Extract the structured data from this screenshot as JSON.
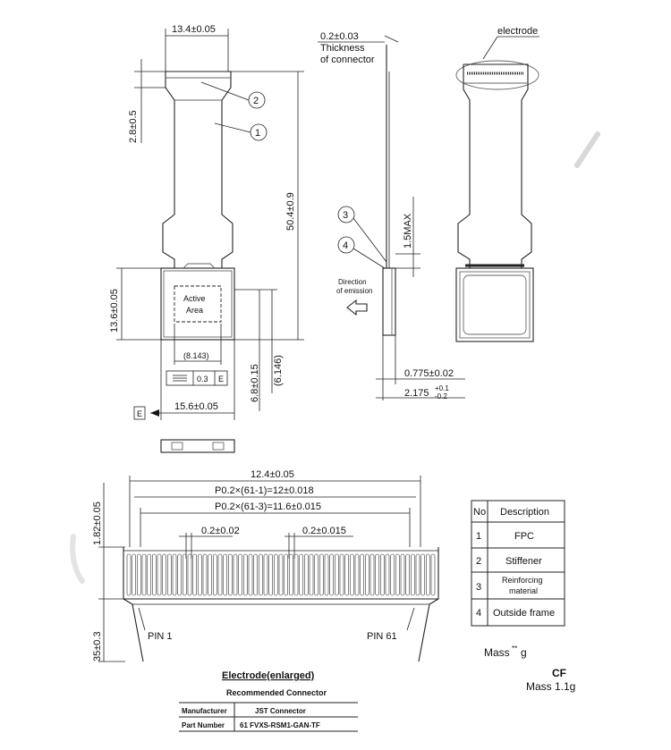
{
  "front_view": {
    "width_top": "13.4±0.05",
    "height_tab": "2.8±0.5",
    "total_length": "50.4±0.9",
    "panel_height": "13.6±0.05",
    "active_area_label_1": "Active",
    "active_area_label_2": "Area",
    "active_width": "(8.143)",
    "flatness_symbol": "0.3",
    "flatness_datum": "E",
    "offset_1": "6.8±0.15",
    "offset_2": "(6.146)",
    "bottom_width": "15.6±0.05",
    "datum_label": "E",
    "callout_1": "1",
    "callout_2": "2"
  },
  "side_view": {
    "thickness_value": "0.2±0.03",
    "thickness_label_1": "Thickness",
    "thickness_label_2": "of connector",
    "max_height": "1.5MAX",
    "emission_label_1": "Direction",
    "emission_label_2": "of emission",
    "dim_a": "0.775±0.02",
    "dim_b_main": "2.175",
    "dim_b_tol_plus": "+0.1",
    "dim_b_tol_minus": "-0.2",
    "callout_3": "3",
    "callout_4": "4"
  },
  "back_view": {
    "electrode_label": "electrode"
  },
  "electrode_detail": {
    "total_width": "12.4±0.05",
    "pitch_1": "P0.2×(61-1)=12±0.018",
    "pitch_2": "P0.2×(61-3)=11.6±0.015",
    "pin_width_1": "0.2±0.02",
    "pin_width_2": "0.2±0.015",
    "height_1": "1.82±0.05",
    "height_2": "35±0.3",
    "pin_first": "PIN 1",
    "pin_last": "PIN 61",
    "title": "Electrode(enlarged)",
    "recommended": "Recommended Connector",
    "manufacturer_label": "Manufacturer",
    "manufacturer_value": "JST Connector",
    "part_label": "Part Number",
    "part_value": "61 FVXS-RSM1-GAN-TF"
  },
  "parts_table": {
    "headers": [
      "No",
      "Description"
    ],
    "rows": [
      {
        "no": "1",
        "desc": "FPC"
      },
      {
        "no": "2",
        "desc": "Stiffener"
      },
      {
        "no": "3",
        "desc_1": "Reinforcing",
        "desc_2": "material"
      },
      {
        "no": "4",
        "desc": "Outside frame"
      }
    ]
  },
  "mass": {
    "label_old": "Mass",
    "old_superscript": "**",
    "old_unit": "g",
    "cf": "CF",
    "new": "Mass 1.1g"
  }
}
